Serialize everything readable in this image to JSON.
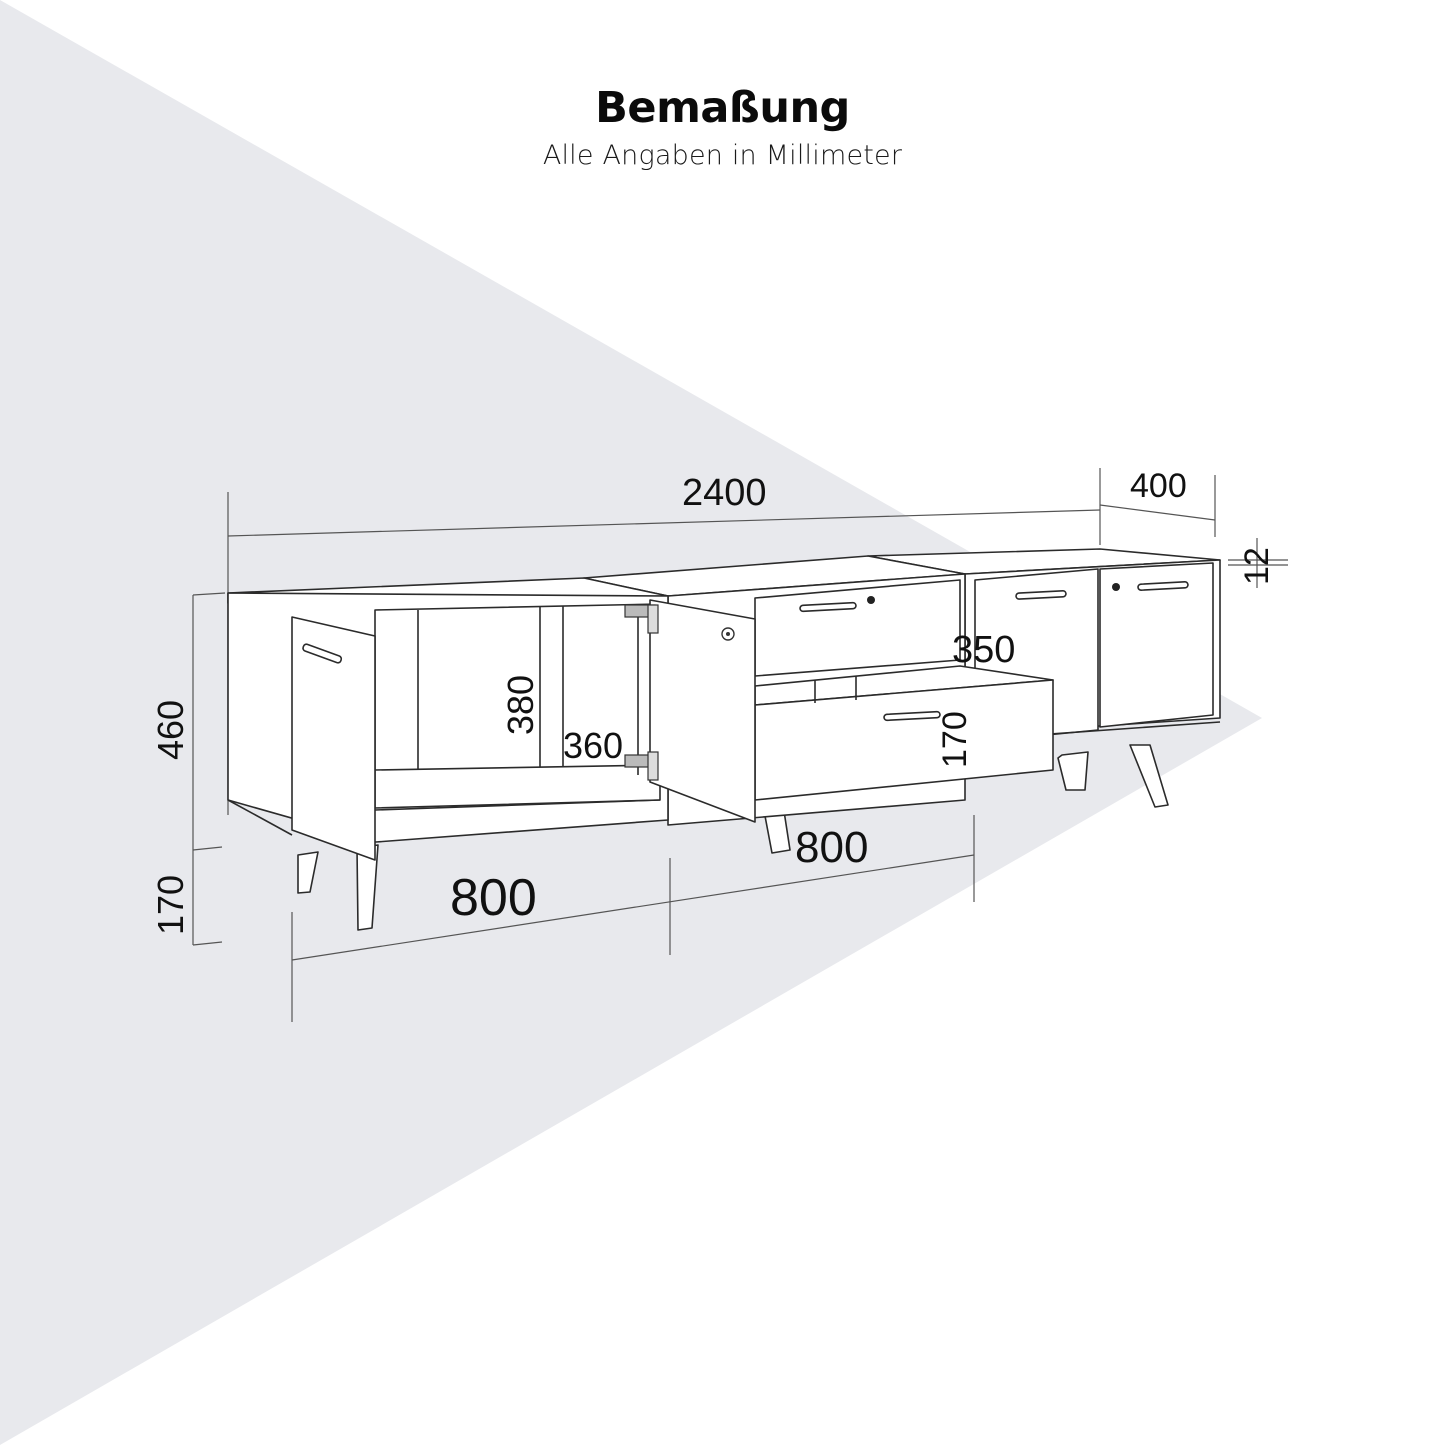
{
  "header": {
    "title": "Bemaßung",
    "subtitle": "Alle Angaben in Millimeter"
  },
  "colors": {
    "background": "#ffffff",
    "shadow_triangle": "#e8e9ed",
    "line": "#2b2b2b",
    "text": "#111111"
  },
  "dimensions": {
    "total_width": "2400",
    "depth": "400",
    "top_thickness": "12",
    "body_height": "460",
    "leg_height": "170",
    "module_width_left": "800",
    "module_width_middle": "800",
    "inner_height_left": "380",
    "inner_height_door": "360",
    "drawer_depth": "350",
    "drawer_height": "170"
  }
}
